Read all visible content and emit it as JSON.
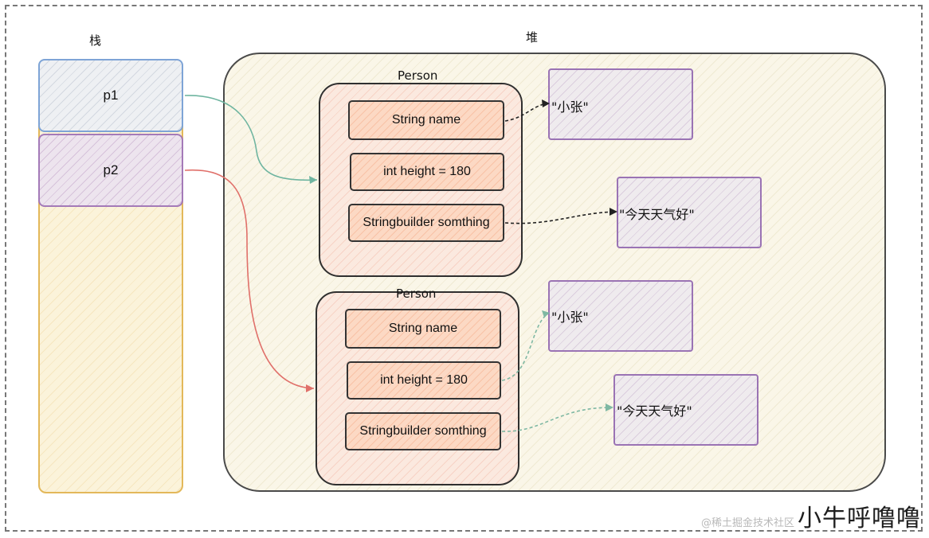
{
  "stack": {
    "title": "栈",
    "cells": [
      {
        "label": "p1"
      },
      {
        "label": "p2"
      }
    ]
  },
  "heap": {
    "title": "堆",
    "objects": [
      {
        "label": "Person",
        "fields": [
          "String name",
          "int height = 180",
          "Stringbuilder somthing"
        ]
      },
      {
        "label": "Person",
        "fields": [
          "String name",
          "int height = 180",
          "Stringbuilder somthing"
        ]
      }
    ],
    "strings": [
      {
        "value": "\"小张\""
      },
      {
        "value": "\"今天天气好\""
      },
      {
        "value": "\"小张\""
      },
      {
        "value": "\"今天天气好\""
      }
    ]
  },
  "colors": {
    "p1_arrow": "#6fb5a0",
    "p2_arrow": "#e0706a",
    "person1_ref": "#222222",
    "person2_ref": "#7fb8a3"
  },
  "watermark": {
    "small": "@稀土掘金技术社区",
    "big": "小牛呼噜噜"
  }
}
